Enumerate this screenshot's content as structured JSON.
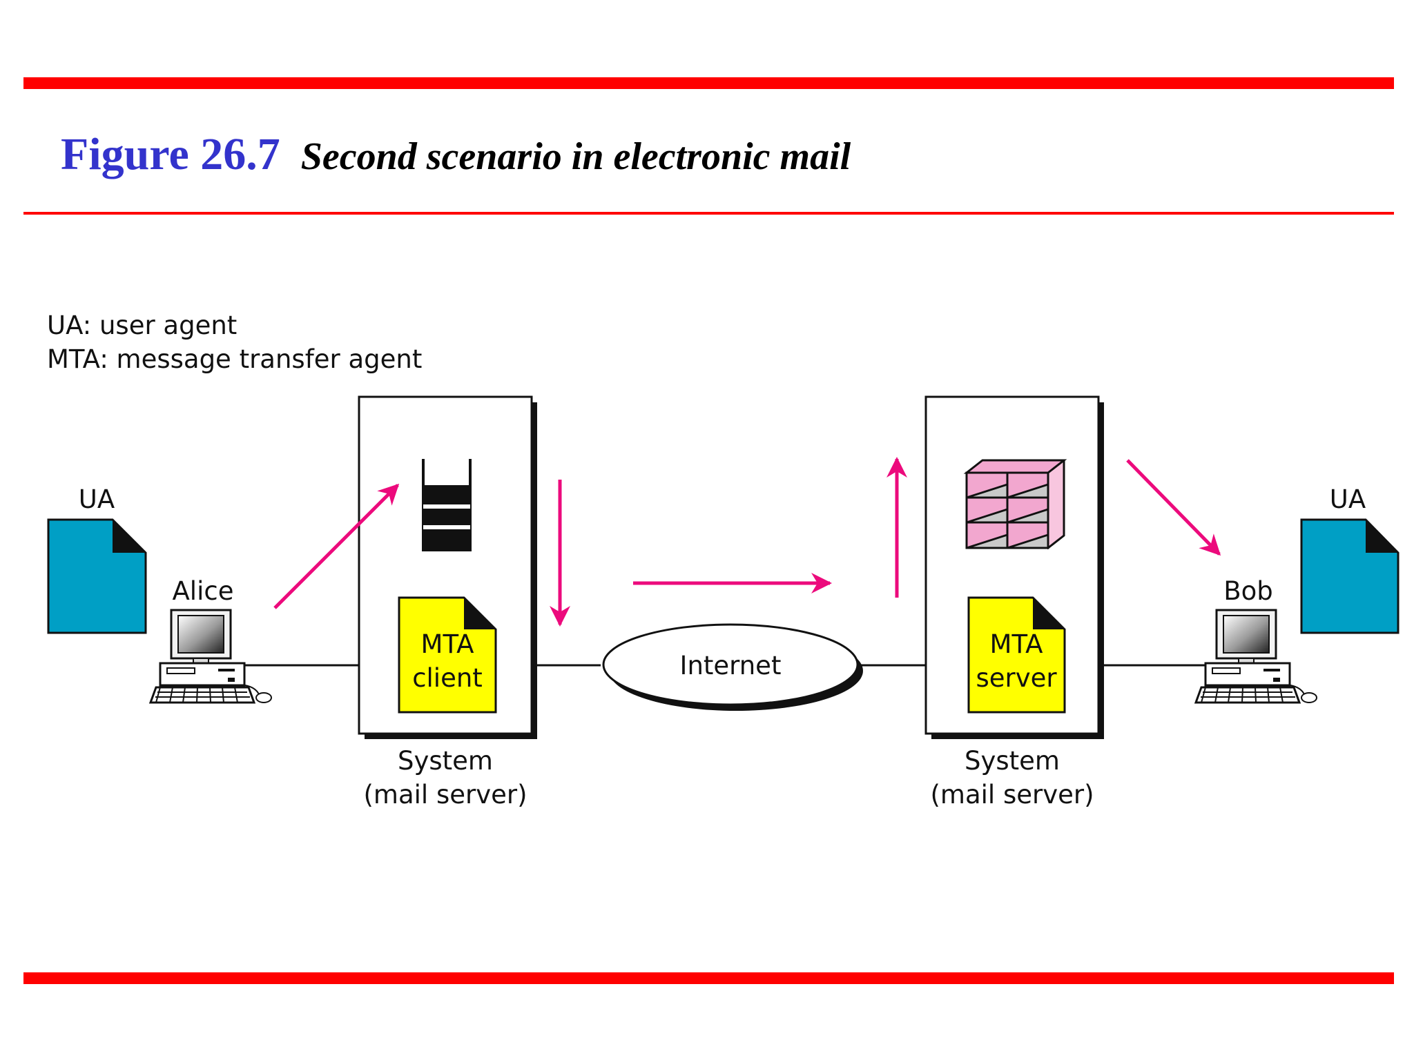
{
  "figure": {
    "number": "Figure 26.7",
    "caption": "Second scenario in electronic mail"
  },
  "legend": {
    "line1": "UA: user agent",
    "line2": "MTA: message transfer agent"
  },
  "labels": {
    "ua_left": "UA",
    "ua_right": "UA",
    "alice": "Alice",
    "bob": "Bob",
    "mta_client_l1": "MTA",
    "mta_client_l2": "client",
    "mta_server_l1": "MTA",
    "mta_server_l2": "server",
    "internet": "Internet",
    "system_left_l1": "System",
    "system_left_l2": "(mail server)",
    "system_right_l1": "System",
    "system_right_l2": "(mail server)"
  },
  "colors": {
    "rule": "#ff0000",
    "title_number": "#3333cc",
    "arrow": "#ec0a7c",
    "ua_doc": "#009fc5",
    "mta_doc": "#ffff00",
    "mailbox_fill": "#f2a7cf",
    "mailbox_side": "#f8c6df"
  }
}
